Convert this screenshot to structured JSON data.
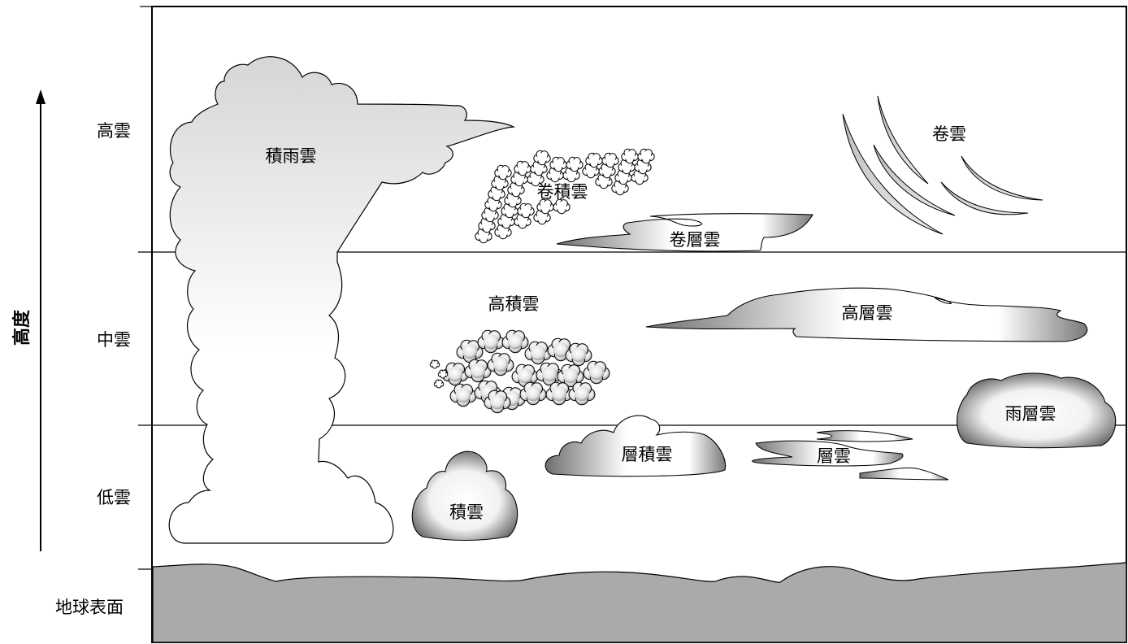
{
  "axis": {
    "label": "高度",
    "arrow_icon": "arrow-up-icon"
  },
  "levels": {
    "high": "高雲",
    "middle": "中雲",
    "low": "低雲",
    "surface": "地球表面"
  },
  "clouds": {
    "cumulonimbus": "積雨雲",
    "cirrocumulus": "卷積雲",
    "cirrostratus": "卷層雲",
    "cirrus": "卷雲",
    "altocumulus": "高積雲",
    "altostratus": "高層雲",
    "nimbostratus": "雨層雲",
    "stratocumulus": "層積雲",
    "stratus": "層雲",
    "cumulus": "積雲"
  },
  "colors": {
    "ground": "#aaaaaa",
    "outline": "#000000",
    "cloud_light": "#ffffff",
    "cloud_mid": "#cfcfcf",
    "cloud_dark": "#6f6f6f"
  }
}
